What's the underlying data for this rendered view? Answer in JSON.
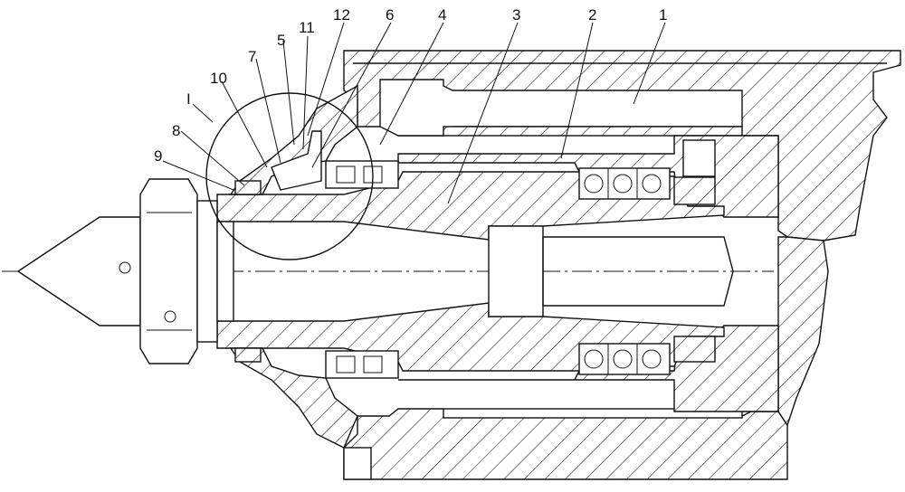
{
  "labels": {
    "part_1": "1",
    "part_2": "2",
    "part_3": "3",
    "part_4": "4",
    "part_5": "5",
    "part_6": "6",
    "part_7": "7",
    "part_8": "8",
    "part_9": "9",
    "part_10": "10",
    "part_11": "11",
    "part_12": "12",
    "detail_I": "I"
  },
  "colors": {
    "line": "#111111",
    "background": "#ffffff"
  }
}
